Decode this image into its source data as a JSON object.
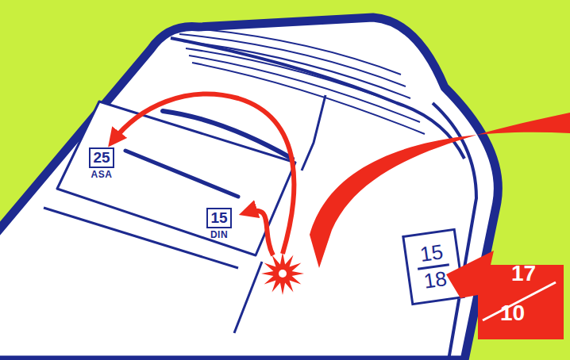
{
  "diagram": {
    "nodes": [
      {
        "text": [
          "25",
          "ASA"
        ]
      },
      {
        "text": [
          "15",
          "DIN"
        ]
      },
      {
        "text": [
          "15",
          "18"
        ]
      },
      {
        "text": [
          "17",
          "10"
        ]
      }
    ]
  }
}
